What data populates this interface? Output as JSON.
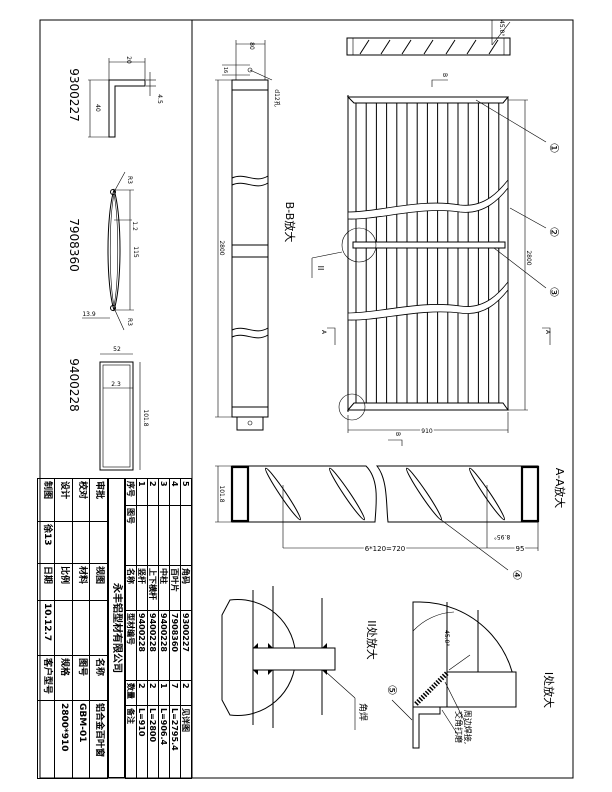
{
  "profiles": {
    "angle": {
      "code": "9300227",
      "dim_w": "20",
      "dim_h": "40",
      "dim_t": "4.5"
    },
    "louver": {
      "code": "7908360",
      "r_top": "R3",
      "r_bottom": "R3",
      "dim_len": "115",
      "dim_t": "1.2",
      "dim_w": "13.9"
    },
    "tube": {
      "code": "9400228",
      "dim_w": "52",
      "dim_t": "2.3",
      "dim_h": "101.8"
    }
  },
  "views": {
    "top_angle": "45.0°",
    "bb": {
      "title": "B-B放大",
      "dim_width": "80",
      "dim_offset": "16",
      "hole_note": "d12孔",
      "dim_length": "2800"
    },
    "front": {
      "dim_width": "910",
      "dim_height": "2800",
      "section_a": "A",
      "section_b": "B",
      "detail_ii": "II",
      "callouts": [
        "①",
        "②",
        "③",
        "④",
        "⑤"
      ]
    },
    "aa": {
      "title": "A-A放大",
      "dim_height": "101.8",
      "dim_pitch": "6*120=720",
      "dim_end": "95",
      "angle": "8.95°"
    },
    "detail_i": {
      "title": "I处放大",
      "angle": "45.0°",
      "weld_note_1": "周边焊接,",
      "weld_note_2": "交角打磨"
    },
    "detail_ii": {
      "title": "II处放大",
      "weld_note": "角焊"
    }
  },
  "title_block": {
    "headers": [
      "序号",
      "图号",
      "名称",
      "型材编号",
      "数量",
      "备注"
    ],
    "parts": [
      [
        "5",
        "",
        "角码",
        "9300227",
        "2",
        "见详图"
      ],
      [
        "4",
        "",
        "百叶片",
        "7908360",
        "7",
        "L=2795.4"
      ],
      [
        "3",
        "",
        "中柱",
        "9400228",
        "1",
        "L=906.4"
      ],
      [
        "2",
        "",
        "上下横杆",
        "9400228",
        "2",
        "L=2800"
      ],
      [
        "1",
        "",
        "竖杆",
        "9400228",
        "2",
        "L=910"
      ]
    ],
    "company": "永丰铝型材有限公司",
    "rows": [
      [
        "审批",
        "",
        "视图",
        "",
        "名称",
        "铝合金百叶窗"
      ],
      [
        "校对",
        "",
        "材料",
        "",
        "图号",
        "GBM-01"
      ],
      [
        "设计",
        "",
        "比例",
        "",
        "规格",
        "2800*910"
      ],
      [
        "制图",
        "徐13",
        "日期",
        "10.12.7",
        "客户型号",
        ""
      ]
    ]
  }
}
